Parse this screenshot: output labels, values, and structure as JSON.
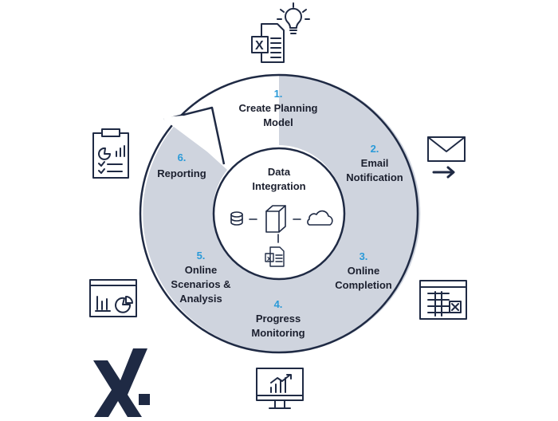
{
  "center": {
    "title_line1": "Data",
    "title_line2": "Integration",
    "icons": [
      "database-icon",
      "cube-icon",
      "cloud-icon",
      "excel-file-icon"
    ]
  },
  "steps": [
    {
      "number": "1.",
      "lines": [
        "Create Planning",
        "Model"
      ],
      "icon": "excel-lightbulb-icon"
    },
    {
      "number": "2.",
      "lines": [
        "Email",
        "Notification"
      ],
      "icon": "envelope-arrow-icon"
    },
    {
      "number": "3.",
      "lines": [
        "Online",
        "Completion"
      ],
      "icon": "spreadsheet-window-icon"
    },
    {
      "number": "4.",
      "lines": [
        "Progress",
        "Monitoring"
      ],
      "icon": "monitor-chart-icon"
    },
    {
      "number": "5.",
      "lines": [
        "Online",
        "Scenarios &",
        "Analysis"
      ],
      "icon": "dashboard-window-icon"
    },
    {
      "number": "6.",
      "lines": [
        "Reporting"
      ],
      "icon": "clipboard-report-icon"
    }
  ],
  "logo": {
    "text": "X.",
    "color": "#1f2a44"
  },
  "colors": {
    "ring_fill": "#cfd4de",
    "ring_stroke": "#1f2a44",
    "number_color": "#2a9ad8",
    "text_color": "#1b1f2e"
  }
}
